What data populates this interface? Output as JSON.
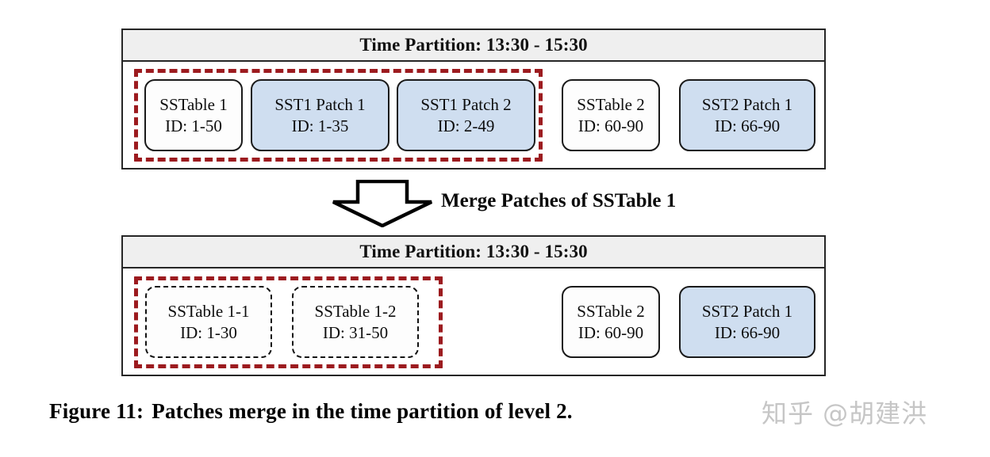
{
  "figure": {
    "caption_label": "Figure 11:",
    "caption_text": "Patches merge in the time partition of level 2."
  },
  "watermark": {
    "text": "知乎 @胡建洪"
  },
  "merge": {
    "arrow_icon": "down-block-arrow-icon",
    "label": "Merge Patches of SSTable 1"
  },
  "colors": {
    "header_bg": "#efefef",
    "frame_border": "#262626",
    "group_dashed": "#9c1b1f",
    "patch_fill": "#cfdef0",
    "table_fill": "#fdfdfd"
  },
  "partitions": [
    {
      "id": "before",
      "header": "Time Partition: 13:30 - 15:30",
      "boxes": [
        {
          "name": "sstable-1",
          "title": "SSTable 1",
          "ids": "ID: 1-50",
          "style": "solid",
          "fill": "white",
          "grouped": true
        },
        {
          "name": "sst1-patch-1",
          "title": "SST1 Patch 1",
          "ids": "ID: 1-35",
          "style": "solid",
          "fill": "blue",
          "grouped": true
        },
        {
          "name": "sst1-patch-2",
          "title": "SST1 Patch 2",
          "ids": "ID: 2-49",
          "style": "solid",
          "fill": "blue",
          "grouped": true
        },
        {
          "name": "sstable-2",
          "title": "SSTable 2",
          "ids": "ID: 60-90",
          "style": "solid",
          "fill": "white",
          "grouped": false
        },
        {
          "name": "sst2-patch-1",
          "title": "SST2 Patch 1",
          "ids": "ID: 66-90",
          "style": "solid",
          "fill": "blue",
          "grouped": false
        }
      ]
    },
    {
      "id": "after",
      "header": "Time Partition: 13:30 - 15:30",
      "boxes": [
        {
          "name": "sstable-1-1",
          "title": "SSTable 1-1",
          "ids": "ID: 1-30",
          "style": "dashed",
          "fill": "white",
          "grouped": true
        },
        {
          "name": "sstable-1-2",
          "title": "SSTable 1-2",
          "ids": "ID: 31-50",
          "style": "dashed",
          "fill": "white",
          "grouped": true
        },
        {
          "name": "sstable-2",
          "title": "SSTable 2",
          "ids": "ID: 60-90",
          "style": "solid",
          "fill": "white",
          "grouped": false
        },
        {
          "name": "sst2-patch-1",
          "title": "SST2 Patch 1",
          "ids": "ID: 66-90",
          "style": "solid",
          "fill": "blue",
          "grouped": false
        }
      ]
    }
  ]
}
